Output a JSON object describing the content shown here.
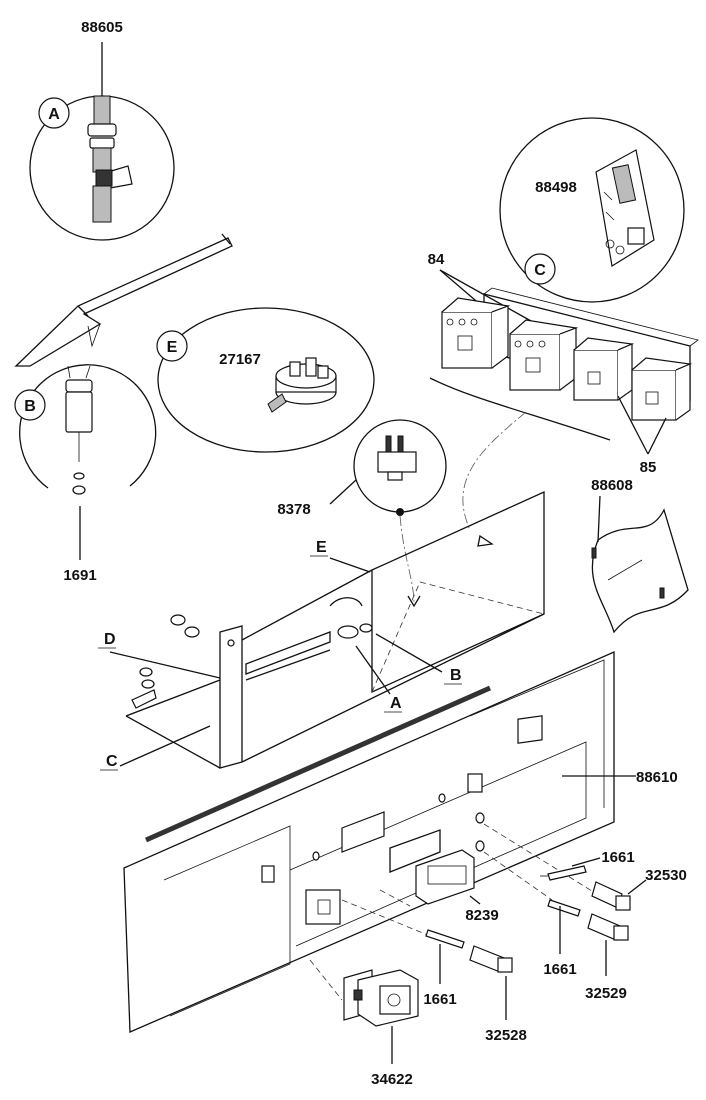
{
  "parts": {
    "p88605": "88605",
    "p88498": "88498",
    "p84": "84",
    "p27167": "27167",
    "p85": "85",
    "p8378": "8378",
    "p88608": "88608",
    "p1691": "1691",
    "p88610": "88610",
    "p1661_right": "1661",
    "p32530": "32530",
    "p8239": "8239",
    "p1661_right_lower": "1661",
    "p32529": "32529",
    "p1661_center": "1661",
    "p32528": "32528",
    "p34622": "34622"
  },
  "detail_letters": {
    "A": "A",
    "B": "B",
    "C": "C",
    "D": "D",
    "E": "E"
  }
}
